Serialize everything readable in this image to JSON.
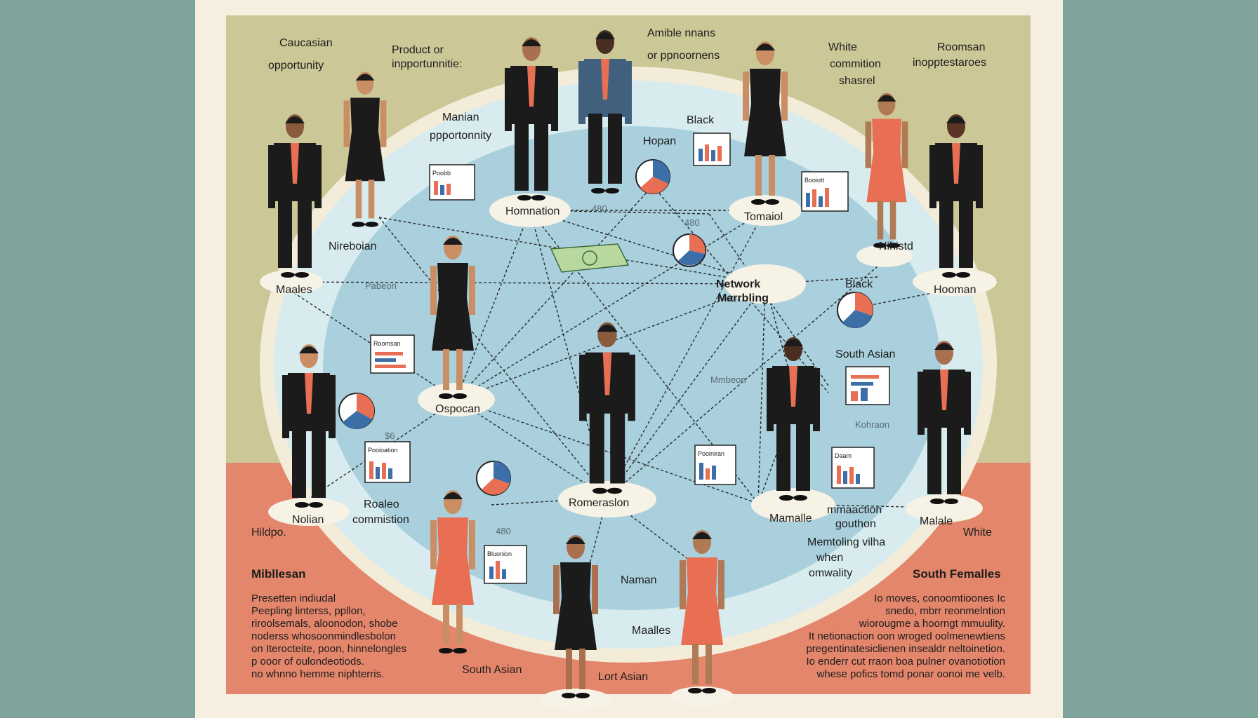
{
  "colors": {
    "background": "#7ea39a",
    "paper": "#f6efdf",
    "band_top": "#cbc796",
    "band_bottom": "#e3866b",
    "circle_outer": "#d8ecef",
    "circle_inner": "#a9d0dc",
    "suit": "#1b1b1b",
    "accent": "#e86f53"
  },
  "labels": {
    "caucasian_opportunity": [
      "Caucasian",
      "opportunity"
    ],
    "product_opportunities": [
      "Product or",
      "inpportunnitie:"
    ],
    "amible_means": [
      "Amible nnans",
      "or ppnoornens"
    ],
    "white_commission": [
      "White",
      "commition",
      "shasrel"
    ],
    "roomsan": [
      "Roomsan",
      "inopptestaroes"
    ],
    "manian_opportunity": [
      "Manian",
      "ppportonnity"
    ],
    "black_top": "Black",
    "hopan": "Hopan",
    "homnation": "Homnation",
    "tomaiol": "Tomaiol",
    "nireboian": "Nireboian",
    "pabeon": "Pabeon",
    "males_left": "Maales",
    "network_marketing": [
      "Network",
      "Marrbling"
    ],
    "nihistd": "Nihistd",
    "black_right": "Black",
    "hooman": "Hooman",
    "south_asian_right": "South Asian",
    "opspocan": "Ospocan",
    "mmbeon": "Mmbeon",
    "kohraon": "Kohraon",
    "roaleo_commission": [
      "Roaleo",
      "commistion"
    ],
    "nolian": "Nolian",
    "hildopo": "Hildpo.",
    "romerasion": "Romeraslon",
    "mamalle": "Mamalle",
    "mmacation": [
      "mmaaction",
      "gouthon"
    ],
    "malale": "Malale",
    "white_bottom": "White",
    "memtoling": [
      "Memtoling vilha",
      "when",
      "omwality"
    ],
    "naman": "Naman",
    "males_bottom": "Maalles",
    "south_asian_bottom": "South Asian",
    "lort_asian": "Lort Asian",
    "num_1": "480",
    "num_2": "480",
    "num_3": "480",
    "dollar": "$",
    "num_4": "$6"
  },
  "chart_tiles": {
    "t1": "Poobb",
    "t2": "Booiott",
    "t3": "Roomsan",
    "t4": "Pooioation",
    "t5": "Pooiniran",
    "t6": "Daam",
    "t7": "Bluonion"
  },
  "left_block": {
    "heading": "Mibllesan",
    "lines": [
      "Presetten indiudal",
      "Peepling linterss, ppllon,",
      "riroolsemals, aloonodon, shobe",
      "noderss whosoonmindlesbolon",
      "on Iterocteite, poon, hinnelongles",
      "p ooor of oulondeotiods.",
      "no whnno hemme niphterris."
    ]
  },
  "right_block": {
    "heading": "South Femalles",
    "lines": [
      "Io moves, conoomtioones Ic",
      "snedo, mbrr reonmelntion",
      "wiorougme a hoorngt mmuulity.",
      "It netionaction oon wroged oolmenewtiens",
      "pregentinatesiclienen insealdr neltoinetion.",
      "Io enderr cut rraon boa pulner ovanotiotion",
      "whese pofics tomd ponar oonoi me velb."
    ]
  }
}
